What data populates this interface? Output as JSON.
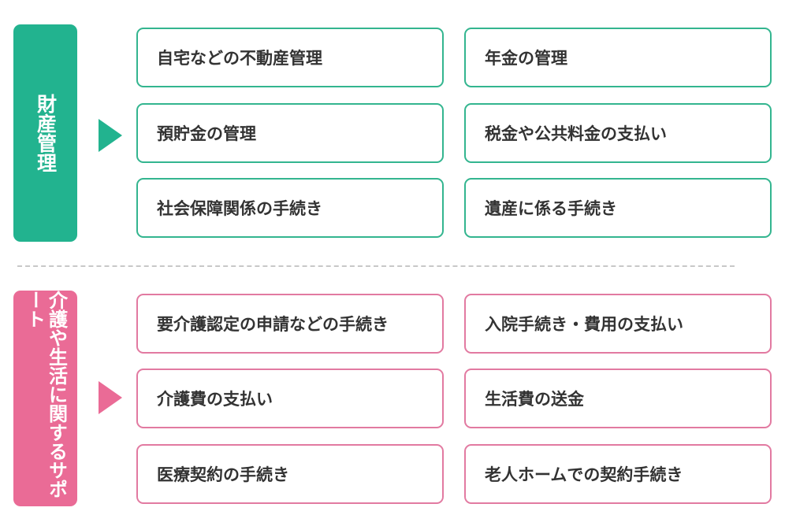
{
  "sections": [
    {
      "label": "財産管理",
      "accent": "#22b38f",
      "items": [
        "自宅などの不動産管理",
        "年金の管理",
        "預貯金の管理",
        "税金や公共料金の支払い",
        "社会保障関係の手続き",
        "遺産に係る手続き"
      ]
    },
    {
      "label": "介護や生活に関するサポート",
      "accent": "#ea6b96",
      "items": [
        "要介護認定の申請などの手続き",
        "入院手続き・費用の支払い",
        "介護費の支払い",
        "生活費の送金",
        "医療契約の手続き",
        "老人ホームでの契約手続き"
      ]
    }
  ]
}
